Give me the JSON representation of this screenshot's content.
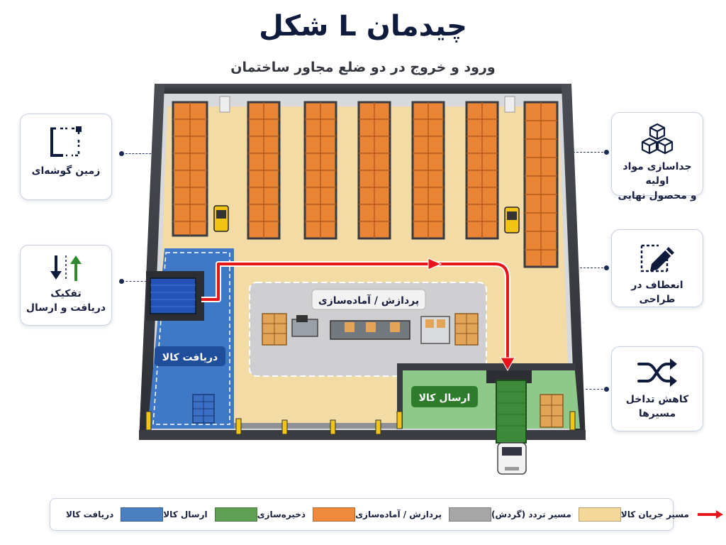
{
  "header": {
    "title": "چیدمان L شکل",
    "subtitle": "ورود و خروج در دو ضلع مجاور ساختمان"
  },
  "features": {
    "left": [
      {
        "label": "زمین گوشه‌ای",
        "icon": "corner-bracket-icon"
      },
      {
        "label": "تفکیک\nدریافت و ارسال",
        "icon": "up-down-arrows-icon"
      }
    ],
    "right": [
      {
        "label": "جداسازی مواد اولیه\nو محصول نهایی",
        "icon": "cubes-icon"
      },
      {
        "label": "انعطاف در طراحی",
        "icon": "pencil-edit-icon"
      },
      {
        "label": "کاهش تداخل\nمسیرها",
        "icon": "shuffle-icon"
      }
    ]
  },
  "zones": {
    "receiving": "دریافت کالا",
    "shipping": "ارسال کالا",
    "processing": "پردازش / آماده‌سازی"
  },
  "legend": [
    {
      "label": "دریافت کالا",
      "color": "#4a7fc1"
    },
    {
      "label": "ارسال کالا",
      "color": "#5fa055"
    },
    {
      "label": "ذخیره‌سازی",
      "color": "#ef8a3c"
    },
    {
      "label": "پردازش / آماده‌سازی",
      "color": "#a6a6a6"
    },
    {
      "label": "مسیر تردد (گردش)",
      "color": "#f3d89a"
    },
    {
      "label": "مسیر جریان کالا",
      "color": "#e8141b"
    }
  ],
  "colors": {
    "receiving": "#3f78c6",
    "shipping": "#4f9a4a",
    "storage": "#ef8a3c",
    "processing": "#c9c9c9",
    "aisle": "#f3dba6",
    "flow": "#e8141b",
    "title": "#0f1b3d"
  }
}
